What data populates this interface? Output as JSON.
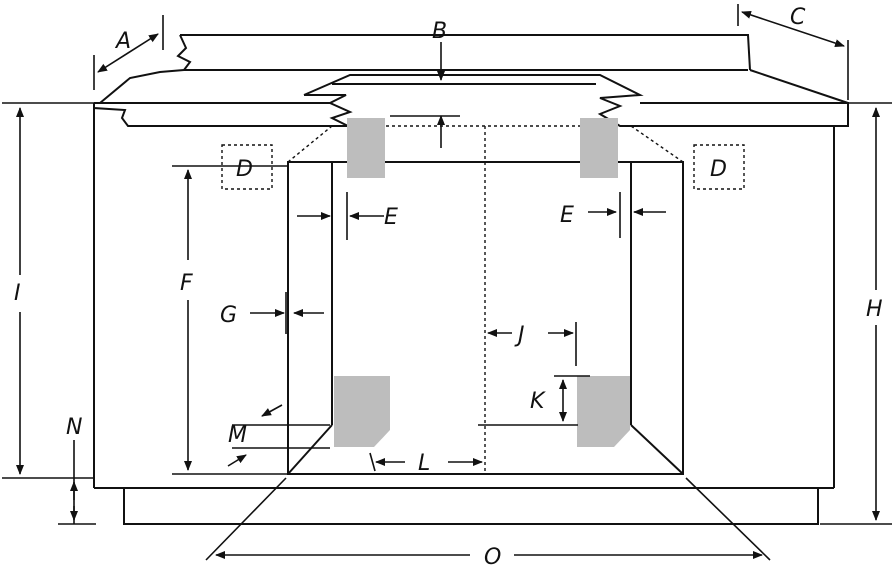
{
  "labels": {
    "A": "A",
    "B": "B",
    "C": "C",
    "D_left": "D",
    "D_right": "D",
    "E_left": "E",
    "E_right": "E",
    "F": "F",
    "G": "G",
    "H": "H",
    "I": "I",
    "J": "J",
    "K": "K",
    "L": "L",
    "M": "M",
    "N": "N",
    "O": "O"
  },
  "colors": {
    "line": "#111111",
    "shade": "#bdbdbd",
    "background": "#ffffff"
  }
}
